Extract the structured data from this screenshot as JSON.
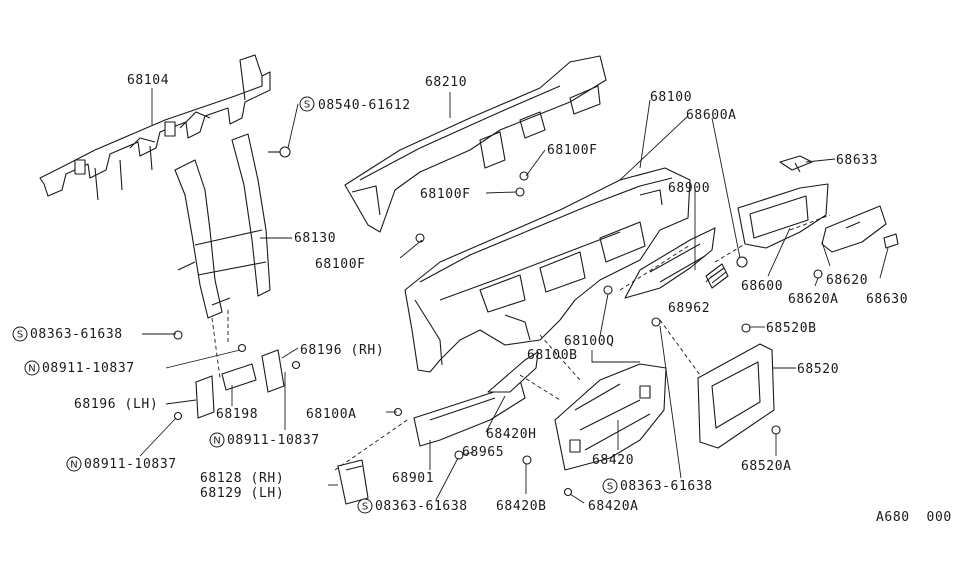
{
  "diagram_code": "A680  000",
  "parts": {
    "p68104": "68104",
    "p68210": "68210",
    "p08540_61612": "08540-61612",
    "p68100_top": "68100",
    "p68600A": "68600A",
    "p68633": "68633",
    "p68100F_a": "68100F",
    "p68100F_b": "68100F",
    "p68100F_c": "68100F",
    "p68130": "68130",
    "p68900": "68900",
    "p68600": "68600",
    "p68620": "68620",
    "p68620A": "68620A",
    "p68630": "68630",
    "p68962": "68962",
    "p08363_61638_a": "08363-61638",
    "p68100Q": "68100Q",
    "p68100B": "68100B",
    "p68520B": "68520B",
    "p08911_10837_a": "08911-10837",
    "p68196RH": "68196 (RH)",
    "p68520": "68520",
    "p68196LH": "68196 (LH)",
    "p68198": "68198",
    "p68100A": "68100A",
    "p68420H": "68420H",
    "p08911_10837_b": "08911-10837",
    "p68965": "68965",
    "p68420": "68420",
    "p68520A": "68520A",
    "p08911_10837_c": "08911-10837",
    "p68901": "68901",
    "p68128RH": "68128 (RH)",
    "p68129LH": "68129 (LH)",
    "p08363_61638_b": "08363-61638",
    "p08363_61638_c": "08363-61638",
    "p68420B": "68420B",
    "p68420A": "68420A"
  },
  "prefixes": {
    "s": "S",
    "n": "N"
  }
}
